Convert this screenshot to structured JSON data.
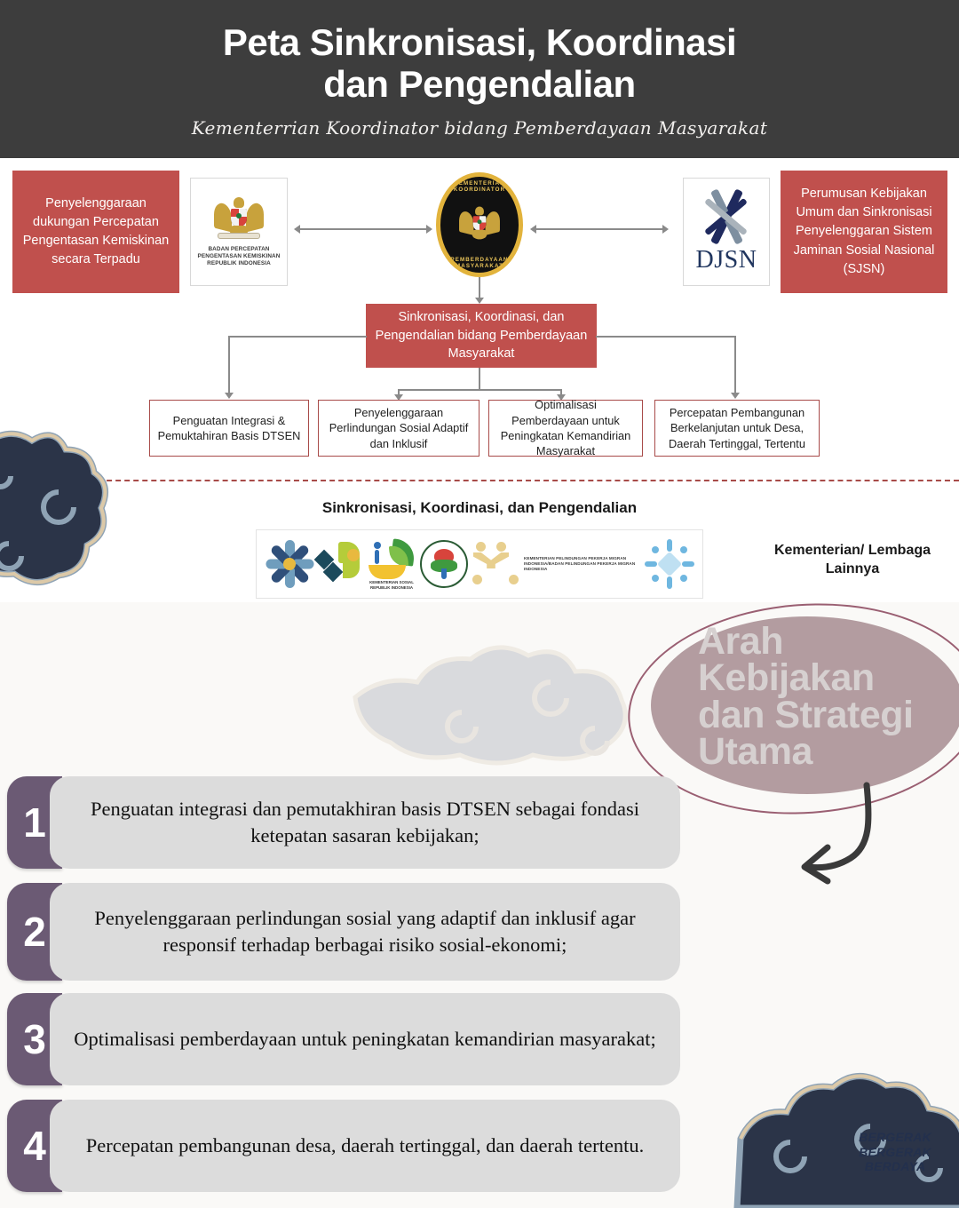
{
  "header": {
    "title_line1": "Peta Sinkronisasi, Koordinasi",
    "title_line2": "dan Pengendalian",
    "subtitle": "Kementerrian Koordinator bidang Pemberdayaan Masyarakat"
  },
  "chart": {
    "left_red_box": "Penyelenggaraan dukungan Percepatan Pengentasan Kemiskinan secara Terpadu",
    "right_red_box": "Perumusan Kebijakan Umum dan Sinkronisasi Penyelenggaran Sistem Jaminan Sosial Nasional (SJSN)",
    "left_logo_caption": "BADAN PERCEPATAN PENGENTASAN KEMISKINAN REPUBLIK INDONESIA",
    "right_logo_word": "DJSN",
    "center_emblem_top": "KEMENTERIAN KOORDINATOR",
    "center_emblem_bottom": "PEMBERDAYAAN MASYARAKAT",
    "center_box": "Sinkronisasi, Koordinasi, dan Pengendalian bidang Pemberdayaan Masyarakat",
    "outcome_boxes": [
      "Penguatan Integrasi & Pemuktahiran Basis DTSEN",
      "Penyelenggaraan Perlindungan Sosial Adaptif dan Inklusif",
      "Optimalisasi Pemberdayaan untuk Peningkatan Kemandirian Masyarakat",
      "Percepatan Pembangunan Berkelanjutan untuk Desa, Daerah Tertinggal, Tertentu"
    ],
    "sync_label": "Sinkronisasi, Koordinasi, dan Pengendalian",
    "other_institutions": "Kementerian/ Lembaga Lainnya",
    "ministry_logos": [
      {
        "name": "pinwheel-logo",
        "caption": ""
      },
      {
        "name": "umkm-logo",
        "caption": ""
      },
      {
        "name": "kemensos-logo",
        "caption": "KEMENTERIAN SOSIAL REPUBLIK INDONESIA"
      },
      {
        "name": "kemendagri-logo",
        "caption": ""
      },
      {
        "name": "p2mi-logo",
        "caption": "KEMENTERIAN PELINDUNGAN PEKERJA MIGRAN INDONESIA/BADAN PELINDUNGAN PEKERJA MIGRAN INDONESIA"
      },
      {
        "name": "starburst-logo",
        "caption": ""
      }
    ]
  },
  "strategy": {
    "headline_line1": "Arah",
    "headline_line2": "Kebijakan",
    "headline_line3": "dan  Strategi",
    "headline_line4": "Utama",
    "items": [
      {
        "number": "1",
        "text": "Penguatan integrasi dan pemutakhiran basis DTSEN sebagai fondasi ketepatan sasaran kebijakan;"
      },
      {
        "number": "2",
        "text": "Penyelenggaraan perlindungan sosial yang adaptif dan inklusif agar responsif terhadap berbagai risiko sosial-ekonomi;"
      },
      {
        "number": "3",
        "text": "Optimalisasi pemberdayaan untuk peningkatan kemandirian masyarakat;"
      },
      {
        "number": "4",
        "text": "Percepatan pembangunan desa, daerah tertinggal, dan daerah tertentu."
      }
    ]
  },
  "footer": {
    "tagline_line1": "BERGERAK",
    "tagline_line2": "BERGERAK",
    "tagline_line3": "BERDAYA"
  },
  "colors": {
    "header_bg": "#3d3d3d",
    "accent_red": "#c0504d",
    "box_border_red": "#a84b49",
    "number_purple": "#6b5a74",
    "item_gray": "#dcdcdc",
    "ellipse_mauve": "#a3888c",
    "page_bg": "#faf9f7",
    "batik_navy": "#2b3448"
  }
}
